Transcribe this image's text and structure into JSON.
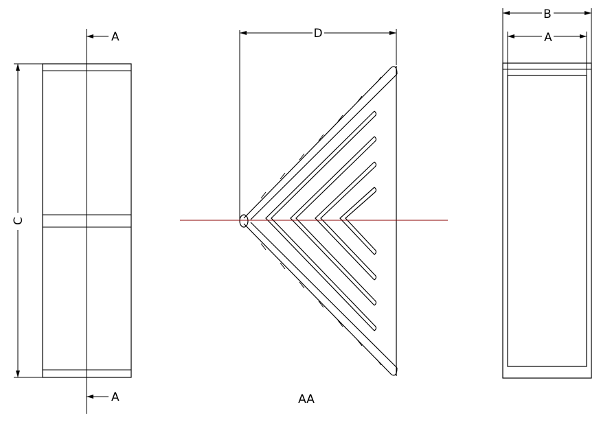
{
  "labels": {
    "section_top": "A",
    "section_bottom": "A",
    "height": "C",
    "depth": "D",
    "section_title": "AA",
    "outer_width": "B",
    "inner_width": "A"
  },
  "colors": {
    "line": "#000000",
    "centerline": "#8b0000"
  },
  "section_view": {
    "fin_count": 4
  }
}
